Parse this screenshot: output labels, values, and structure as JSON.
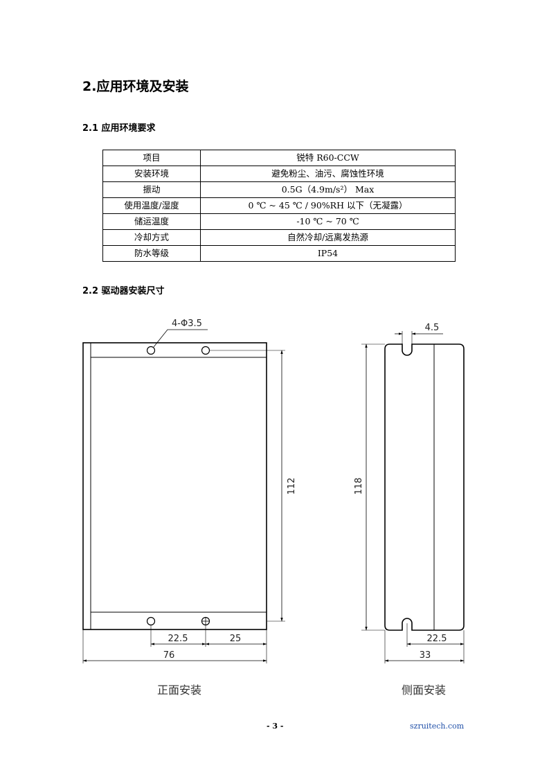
{
  "heading_main": "2.应用环境及安装",
  "section_env": {
    "heading": "2.1 应用环境要求",
    "rows": [
      [
        "项目",
        "锐特 R60-CCW"
      ],
      [
        "安装环境",
        "避免粉尘、油污、腐蚀性环境"
      ],
      [
        "振动",
        "0.5G（4.9m/s²） Max"
      ],
      [
        "使用温度/湿度",
        "0 ℃ ~ 45 ℃ / 90%RH 以下（无凝露）"
      ],
      [
        "储运温度",
        "-10 ℃ ~ 70 ℃"
      ],
      [
        "冷却方式",
        "自然冷却/远离发热源"
      ],
      [
        "防水等级",
        "IP54"
      ]
    ]
  },
  "section_dims": {
    "heading": "2.2 驱动器安装尺寸",
    "front": {
      "hole_label": "4-Φ3.5",
      "height_dim": "112",
      "dim_hole_spacing": "22.5",
      "dim_hole_edge": "25",
      "dim_width": "76",
      "caption": "正面安装"
    },
    "side": {
      "slot_dim": "4.5",
      "height_dim": "118",
      "dim_slot_offset": "22.5",
      "dim_width": "33",
      "caption": "侧面安装"
    }
  },
  "footer": {
    "page_number": "- 3 -",
    "website": "szruitech.com"
  }
}
